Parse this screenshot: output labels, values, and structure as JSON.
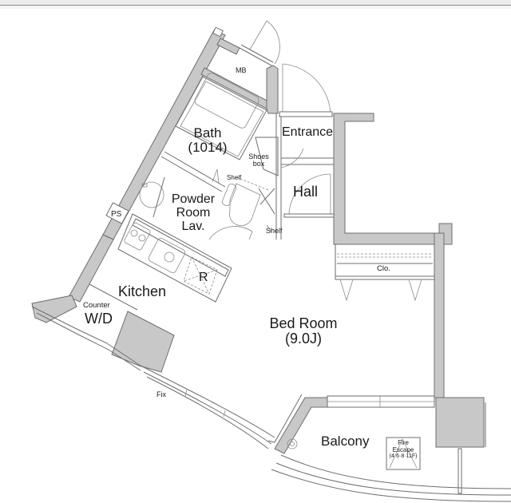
{
  "floorplan": {
    "rooms": {
      "mb": "MB",
      "bath_name": "Bath",
      "bath_size": "(1014)",
      "entrance": "Entrance",
      "shoes_box_line1": "Shoes",
      "shoes_box_line2": "box",
      "shelf_upper": "Shelf",
      "hall": "Hall",
      "shelf_lower": "Shelf",
      "powder_line1": "Powder",
      "powder_line2": "Room",
      "powder_line3": "Lav.",
      "ps": "PS",
      "refrigerator": "R",
      "kitchen": "Kitchen",
      "counter": "Counter",
      "wd": "W/D",
      "closet": "Clo.",
      "bedroom_name": "Bed Room",
      "bedroom_size": "(9.0J)",
      "fix": "Fix",
      "balcony": "Balcony",
      "fire_escape_line1": "Fire",
      "fire_escape_line2": "Escape",
      "fire_escape_line3": "(4·6·8·11F)"
    },
    "colors": {
      "wall_fill": "#c8c8c8",
      "wall_stroke": "#6e6e6e",
      "background": "#ffffff"
    }
  }
}
